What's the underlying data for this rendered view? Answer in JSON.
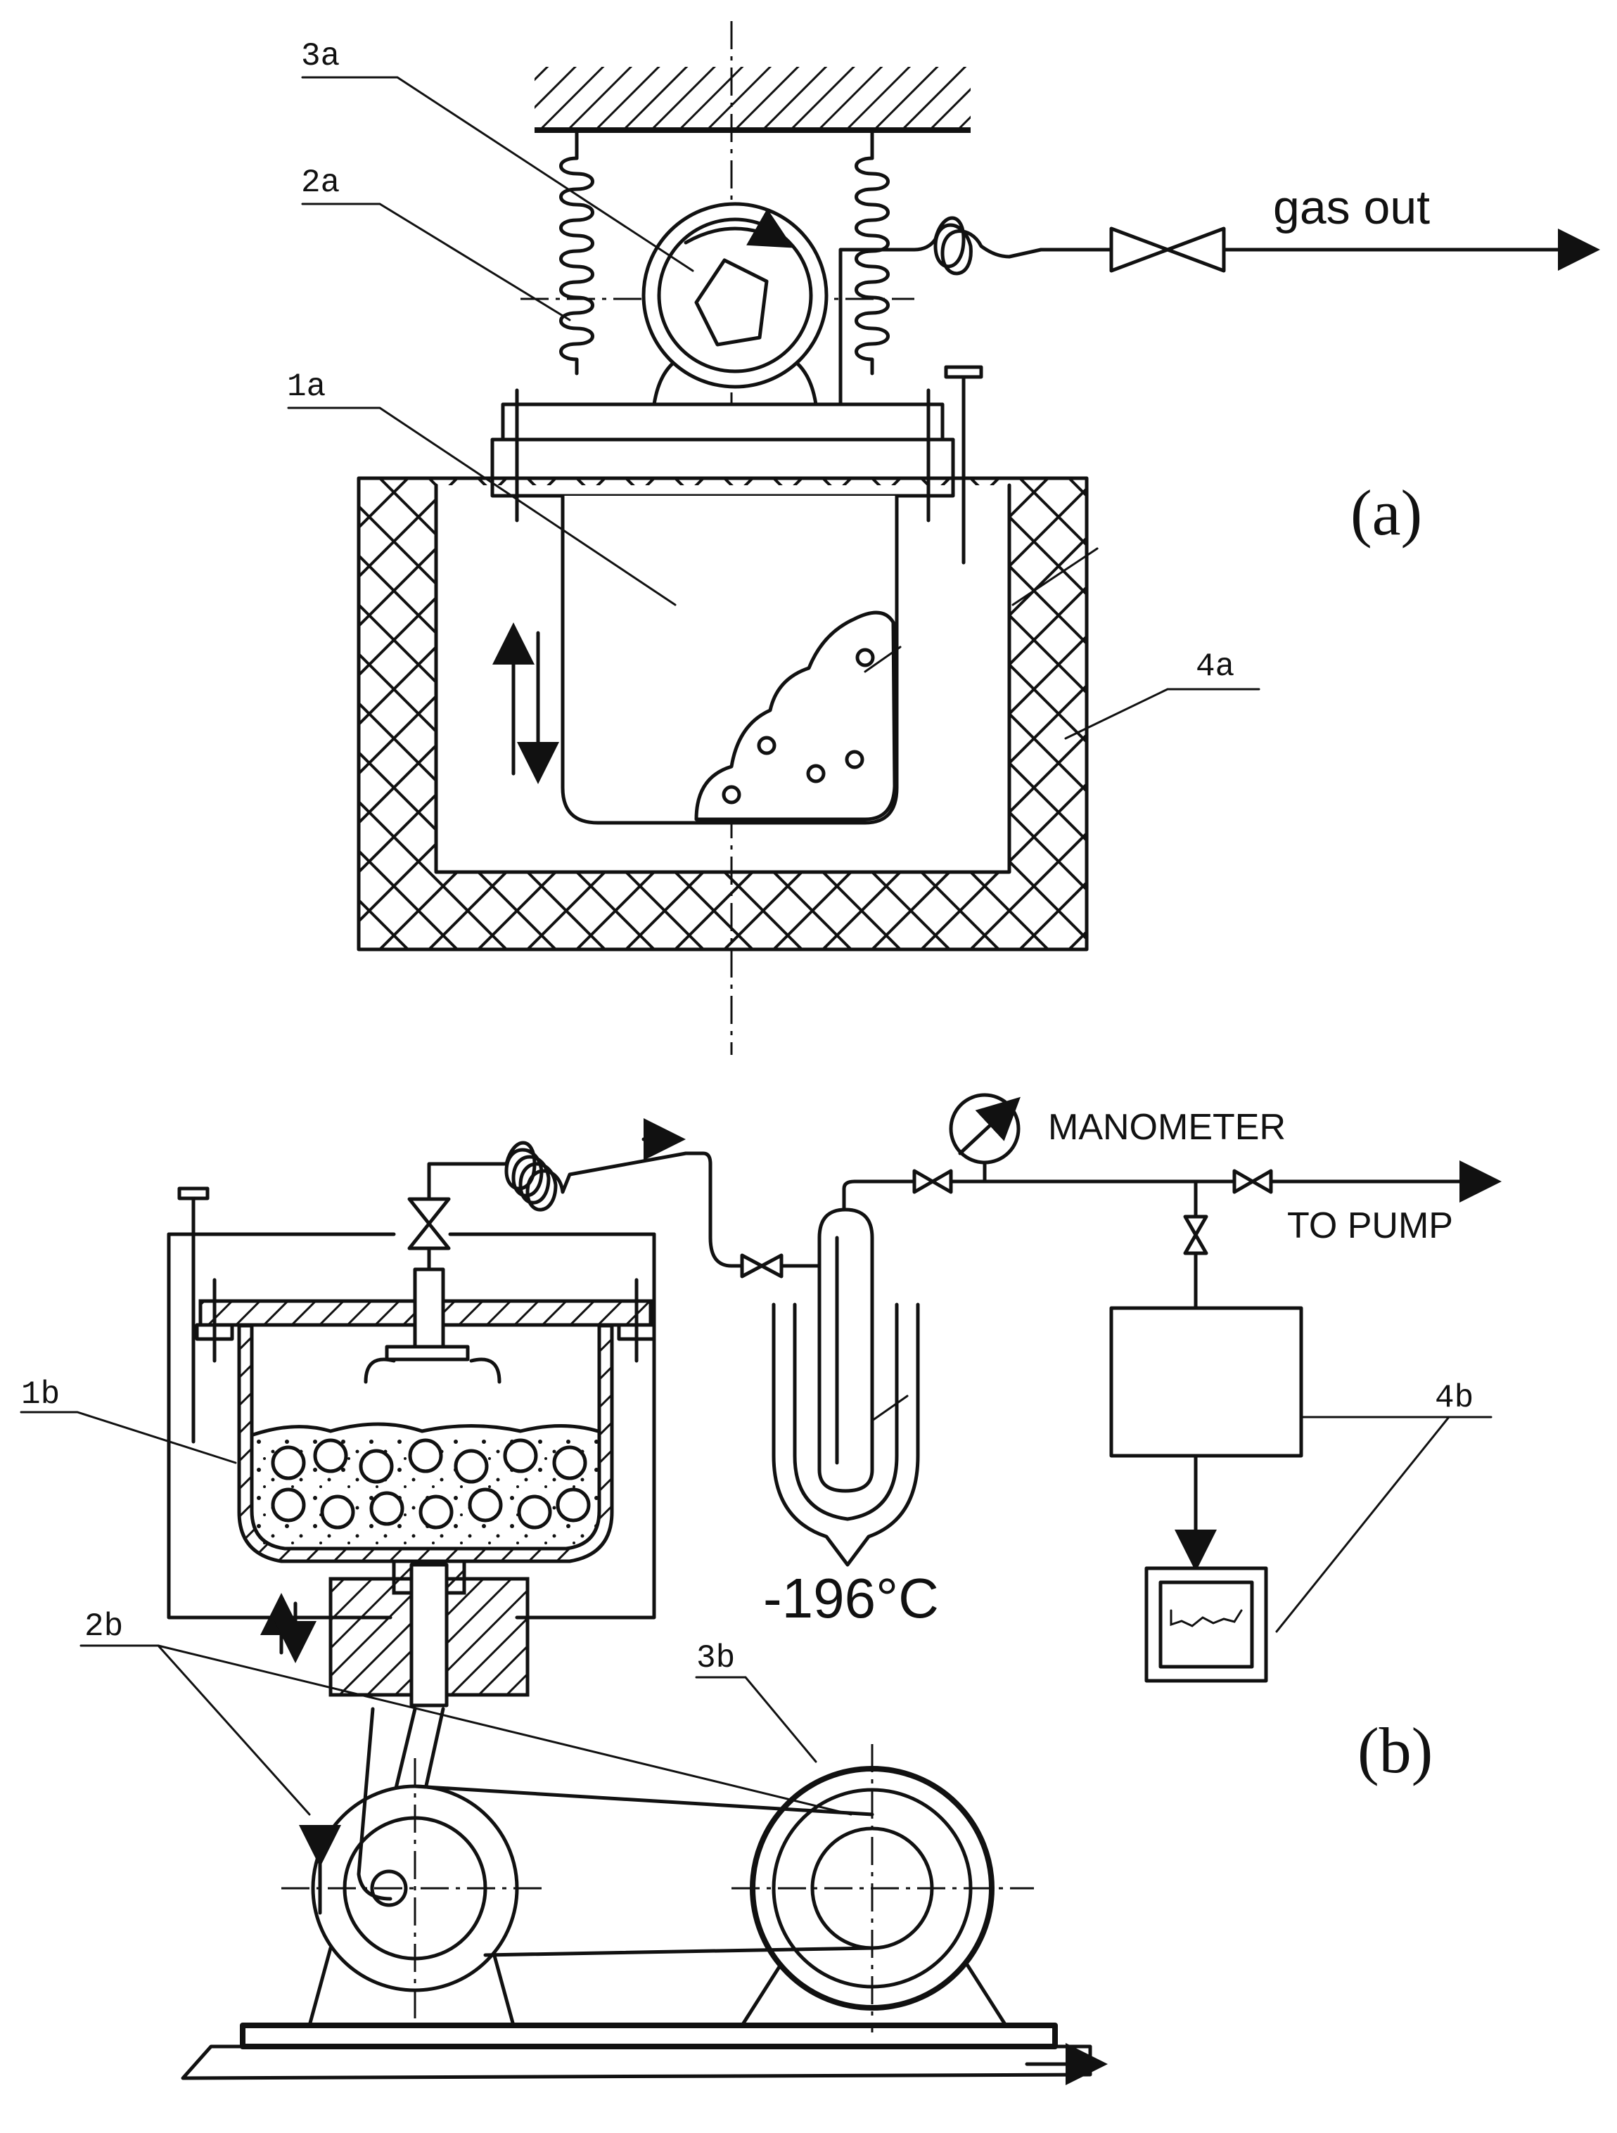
{
  "labels": {
    "a": {
      "l1": "1a",
      "l2": "2a",
      "l3": "3a",
      "l4": "4a",
      "gas": "gas out",
      "panel": "(a)"
    },
    "b": {
      "l1": "1b",
      "l2": "2b",
      "l3": "3b",
      "l4": "4b",
      "manometer": "MANOMETER",
      "pump": "TO PUMP",
      "temp": "-196°C",
      "panel": "(b)"
    }
  },
  "colors": {
    "ink": "#111111",
    "paper": "#ffffff"
  }
}
